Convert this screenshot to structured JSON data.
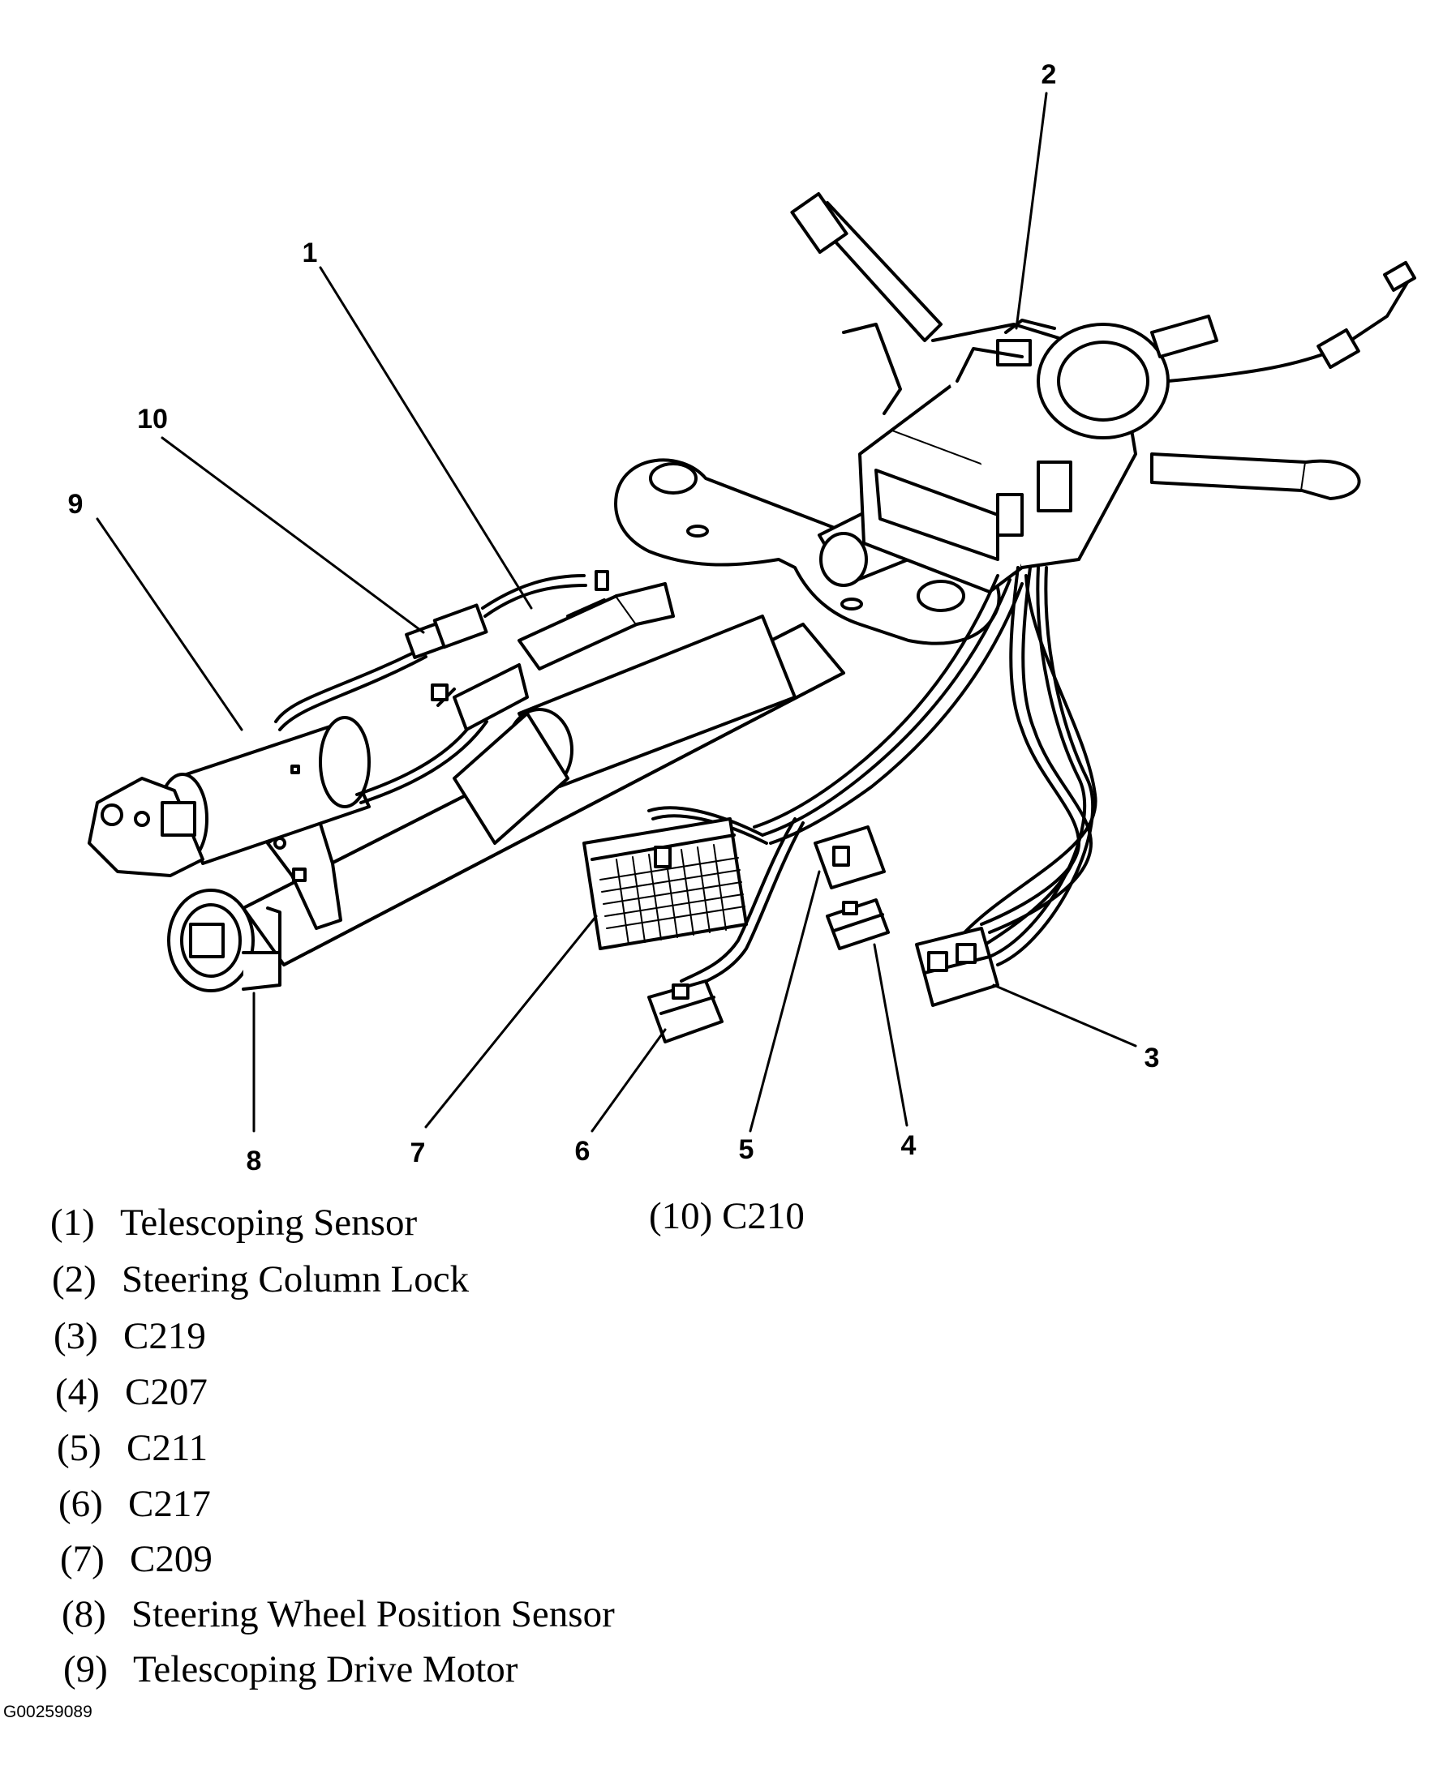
{
  "callouts": {
    "c1": "1",
    "c2": "2",
    "c3": "3",
    "c4": "4",
    "c5": "5",
    "c6": "6",
    "c7": "7",
    "c8": "8",
    "c9": "9",
    "c10": "10"
  },
  "legend": [
    {
      "num": "(1)",
      "label": "Telescoping Sensor"
    },
    {
      "num": "(2)",
      "label": "Steering Column Lock"
    },
    {
      "num": "(3)",
      "label": "C219"
    },
    {
      "num": "(4)",
      "label": "C207"
    },
    {
      "num": "(5)",
      "label": "C211"
    },
    {
      "num": "(6)",
      "label": "C217"
    },
    {
      "num": "(7)",
      "label": "C209"
    },
    {
      "num": "(8)",
      "label": "Steering Wheel Position Sensor"
    },
    {
      "num": "(9)",
      "label": "Telescoping Drive Motor"
    },
    {
      "num": "(10)",
      "label": "C210"
    }
  ],
  "figure_id": "G00259089"
}
